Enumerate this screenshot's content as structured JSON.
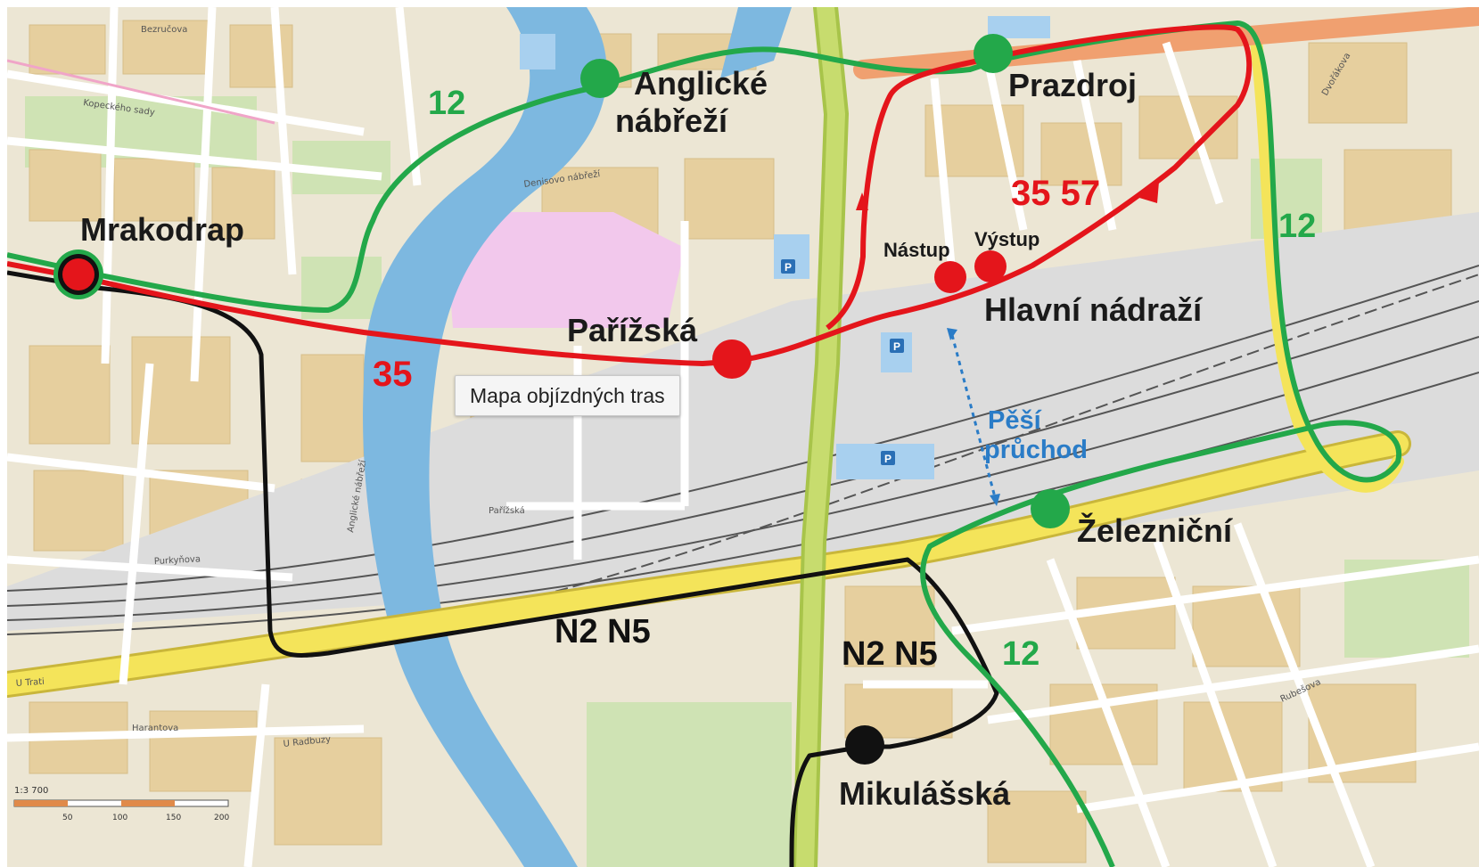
{
  "tooltip": "Mapa objízdných tras",
  "stops": {
    "anglicke_line1": "Anglické",
    "anglicke_line2": "nábřeží",
    "prazdroj": "Prazdroj",
    "mrakodrap": "Mrakodrap",
    "parizska": "Pařížská",
    "nastup": "Nástup",
    "vystup": "Výstup",
    "hlavni_nadrazi": "Hlavní nádraží",
    "zeleznicni": "Železniční",
    "mikulasska": "Mikulášská"
  },
  "routes": {
    "r12": "12",
    "r35": "35",
    "r35_57": "35 57",
    "n2n5": "N2 N5"
  },
  "pedestrian": {
    "line1": "Pěší",
    "line2": "průchod"
  },
  "streets": {
    "bezrucova": "Bezručova",
    "kopeckeho": "Kopeckého sady",
    "denisovo": "Denisovo nábřeží",
    "anglicke_nabrezi": "Anglické nábřeží",
    "purkynova": "Purkyňova",
    "u_trati": "U Trati",
    "harantova": "Harantova",
    "u_radbuzy": "U Radbuzy",
    "rubesova": "Rubešova",
    "parizska": "Pařížská",
    "dvorakova": "Dvořákova"
  },
  "scale": {
    "ratio": "1:3 700",
    "ticks": [
      "50",
      "100",
      "150",
      "200"
    ]
  },
  "colors": {
    "route_green": "#23a84a",
    "route_red": "#e4151b",
    "route_black": "#111111",
    "pedestrian_blue": "#2a7cc7",
    "river": "#7db8e0",
    "road_yellow": "#f4e45a"
  },
  "icons": [
    "parking-icon"
  ]
}
